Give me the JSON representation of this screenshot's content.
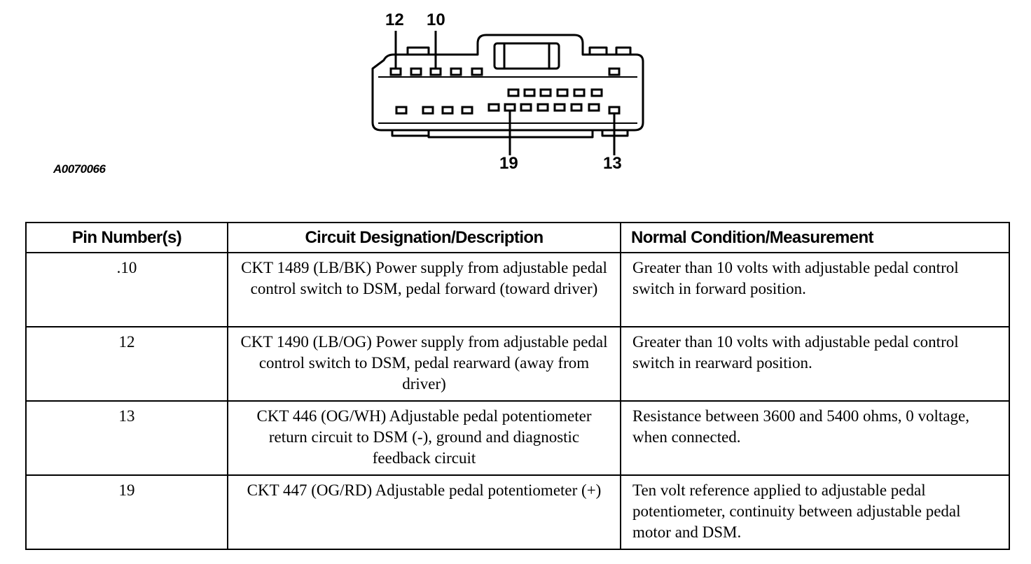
{
  "diagram": {
    "pin_labels": {
      "top_left": "12",
      "top_right": "10",
      "bottom_left": "19",
      "bottom_right": "13"
    },
    "figure_id": "A0070066"
  },
  "table": {
    "headers": {
      "pin": "Pin Number(s)",
      "circuit": "Circuit Designation/Description",
      "condition": "Normal Condition/Measurement"
    },
    "rows": [
      {
        "pin": ".10",
        "circuit": "CKT 1489 (LB/BK) Power supply from adjustable pedal control switch to DSM, pedal forward (toward driver)",
        "condition": "Greater than 10 volts with adjustable pedal control switch in forward position."
      },
      {
        "pin": "12",
        "circuit": "CKT 1490 (LB/OG) Power supply from adjustable pedal control switch to DSM, pedal rearward (away from driver)",
        "condition": "Greater than 10 volts with adjustable pedal control switch in rearward position."
      },
      {
        "pin": "13",
        "circuit": "CKT 446 (OG/WH) Adjustable pedal potentiometer return circuit to DSM (-), ground and diagnostic feedback circuit",
        "condition": "Resistance between 3600 and 5400 ohms, 0 voltage, when connected."
      },
      {
        "pin": "19",
        "circuit": "CKT 447 (OG/RD) Adjustable pedal potentiometer (+)",
        "condition": "Ten volt reference applied to adjustable pedal potentiometer, continuity between adjustable pedal motor and DSM."
      }
    ]
  }
}
